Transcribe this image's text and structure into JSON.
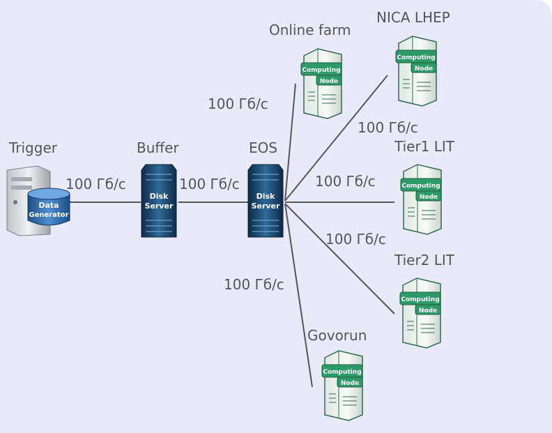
{
  "colors": {
    "background": "#e9e9f7",
    "link": "#555555",
    "label": "#555555",
    "server": "#1a3f66",
    "node": "#2e9a6a"
  },
  "nodes": {
    "trigger": {
      "label": "Trigger",
      "icon_line1": "Data",
      "icon_line2": "Generator",
      "icon": "data-generator-icon"
    },
    "buffer": {
      "label": "Buffer",
      "icon_line1": "Disk",
      "icon_line2": "Server",
      "icon": "disk-server-icon"
    },
    "eos": {
      "label": "EOS",
      "icon_line1": "Disk",
      "icon_line2": "Server",
      "icon": "disk-server-icon"
    },
    "online_farm": {
      "label": "Online farm",
      "icon_line1": "Computing",
      "icon_line2": "Node",
      "icon": "computing-node-icon"
    },
    "nica_lhep": {
      "label": "NICA LHEP",
      "icon_line1": "Computing",
      "icon_line2": "Node",
      "icon": "computing-node-icon"
    },
    "tier1_lit": {
      "label": "Tier1 LIT",
      "icon_line1": "Computing",
      "icon_line2": "Node",
      "icon": "computing-node-icon"
    },
    "tier2_lit": {
      "label": "Tier2 LIT",
      "icon_line1": "Computing",
      "icon_line2": "Node",
      "icon": "computing-node-icon"
    },
    "govorun": {
      "label": "Govorun",
      "icon_line1": "Computing",
      "icon_line2": "Node",
      "icon": "computing-node-icon"
    }
  },
  "links": {
    "trigger_buffer": "100 Гб/с",
    "buffer_eos": "100 Гб/с",
    "eos_online_farm": "100 Гб/с",
    "eos_nica_lhep": "100 Гб/с",
    "eos_tier1_lit": "100 Гб/с",
    "eos_tier2_lit": "100 Гб/с",
    "eos_govorun": "100 Гб/с"
  }
}
